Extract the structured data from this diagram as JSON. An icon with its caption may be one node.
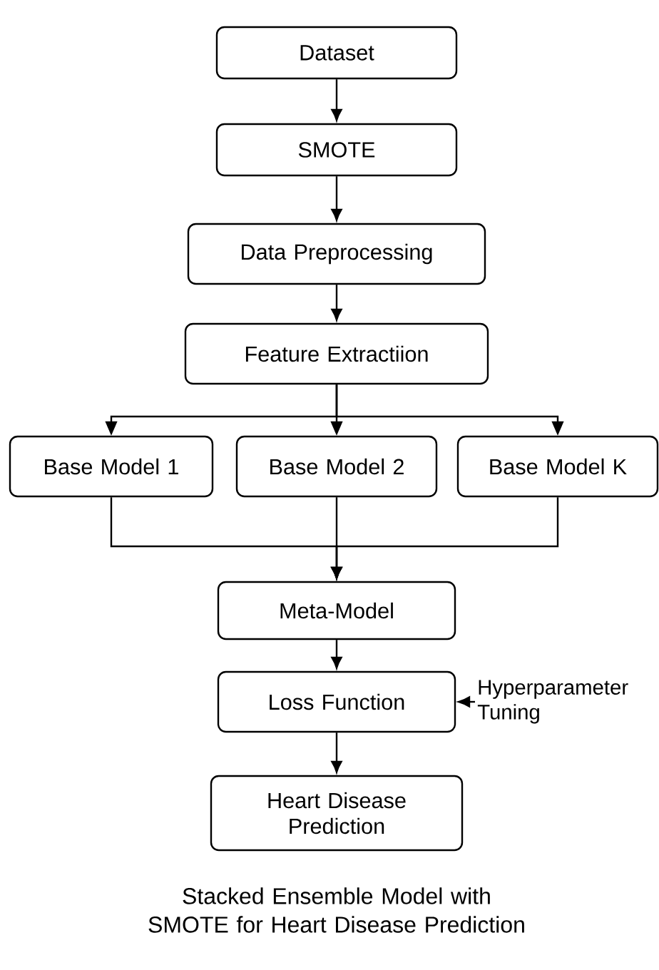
{
  "diagram": {
    "caption": "Stacked Ensemble Model with SMOTE for Heart Disease Prediction",
    "nodes": [
      {
        "text": [
          "Dataset"
        ]
      },
      {
        "text": [
          "SMOTE"
        ]
      },
      {
        "text": [
          "Data Preprocessing"
        ]
      },
      {
        "text": [
          "Feature Extractiion"
        ]
      },
      {
        "text": [
          "Base Model 1"
        ]
      },
      {
        "text": [
          "Base Model 2"
        ]
      },
      {
        "text": [
          "Base Model K"
        ]
      },
      {
        "text": [
          "Meta-Model"
        ]
      },
      {
        "text": [
          "Loss Function"
        ]
      },
      {
        "text": [
          "Hyperparameter Tuning"
        ]
      },
      {
        "text": [
          "Heart Disease Prediction"
        ]
      }
    ],
    "edges": [
      {
        "from": 0,
        "to": 1,
        "arrow": "to"
      },
      {
        "from": 1,
        "to": 2,
        "arrow": "to"
      },
      {
        "from": 2,
        "to": 3,
        "arrow": "to"
      },
      {
        "from": 3,
        "to": 4,
        "arrow": "to"
      },
      {
        "from": 3,
        "to": 5,
        "arrow": "to"
      },
      {
        "from": 3,
        "to": 6,
        "arrow": "to"
      },
      {
        "from": 4,
        "to": 7,
        "arrow": "to"
      },
      {
        "from": 5,
        "to": 7,
        "arrow": "to"
      },
      {
        "from": 6,
        "to": 7,
        "arrow": "to"
      },
      {
        "from": 7,
        "to": 8,
        "arrow": "to"
      },
      {
        "from": 9,
        "to": 8,
        "arrow": "to"
      },
      {
        "from": 8,
        "to": 10,
        "arrow": "to"
      }
    ]
  }
}
